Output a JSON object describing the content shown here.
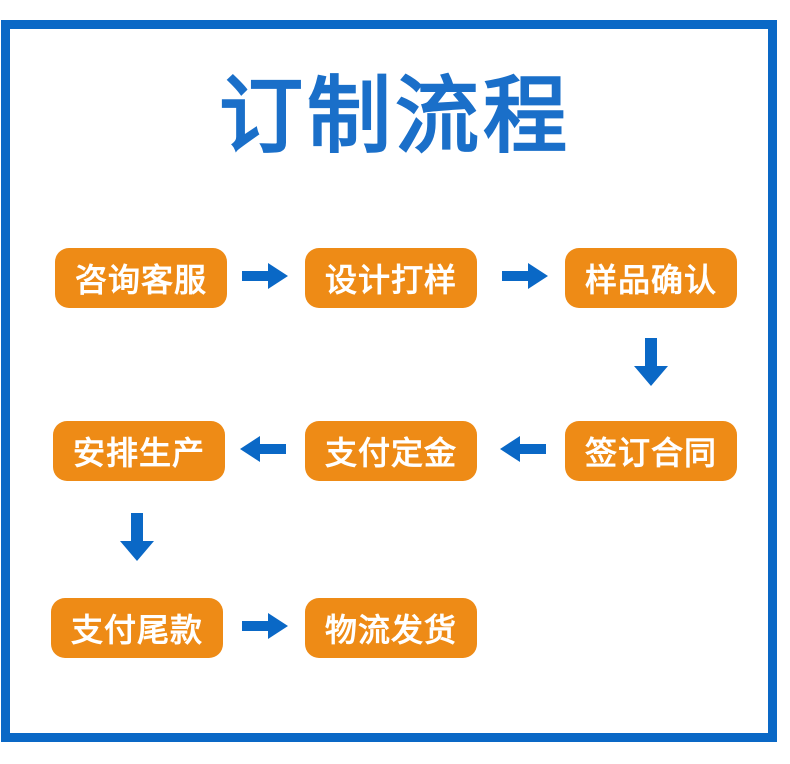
{
  "page": {
    "title": "订制流程",
    "background_color": "#ffffff",
    "frame_color": "#0a68c6",
    "title_color": "#1a6fc9",
    "node_color": "#ee8b16",
    "node_text_color": "#ffffff",
    "arrow_color": "#0a68c6"
  },
  "flow": {
    "rows": [
      {
        "id": "row-1",
        "nodes": [
          {
            "label": "咨询客服"
          },
          {
            "label": "设计打样"
          },
          {
            "label": "样品确认"
          }
        ],
        "connectors": [
          {
            "direction": "right"
          },
          {
            "direction": "right"
          }
        ]
      },
      {
        "id": "row-2",
        "nodes": [
          {
            "label": "安排生产"
          },
          {
            "label": "支付定金"
          },
          {
            "label": "签订合同"
          }
        ],
        "connectors": [
          {
            "direction": "left"
          },
          {
            "direction": "left"
          }
        ]
      },
      {
        "id": "row-3",
        "nodes": [
          {
            "label": "支付尾款"
          },
          {
            "label": "物流发货"
          }
        ],
        "connectors": [
          {
            "direction": "right"
          }
        ]
      }
    ],
    "vertical_connectors": [
      {
        "id": "down-right",
        "direction": "down"
      },
      {
        "id": "down-left",
        "direction": "down"
      }
    ]
  }
}
